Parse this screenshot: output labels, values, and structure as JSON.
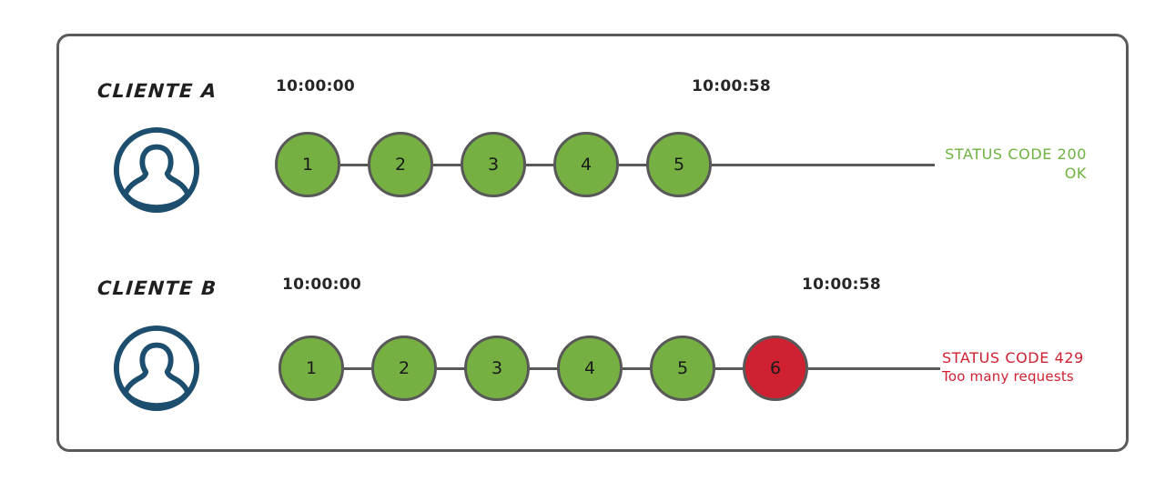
{
  "diagram": {
    "title_hidden": "",
    "theme": {
      "frame_border": "#5a5a5a",
      "node_green": "#76b043",
      "node_red": "#cf2131",
      "node_border": "#585858",
      "avatar_blue": "#1d4e6e",
      "status_ok_color": "#6cb33f",
      "status_error_color": "#cf2131"
    },
    "rows": [
      {
        "id": "client-a",
        "label": "CLIENTE A",
        "avatar_icon": "user-avatar-icon",
        "start_time": "10:00:00",
        "end_time": "10:00:58",
        "nodes": [
          {
            "label": "1",
            "state": "ok"
          },
          {
            "label": "2",
            "state": "ok"
          },
          {
            "label": "3",
            "state": "ok"
          },
          {
            "label": "4",
            "state": "ok"
          },
          {
            "label": "5",
            "state": "ok"
          }
        ],
        "status": {
          "line1": "STATUS CODE 200",
          "line2": "OK",
          "kind": "ok"
        }
      },
      {
        "id": "client-b",
        "label": "CLIENTE B",
        "avatar_icon": "user-avatar-icon",
        "start_time": "10:00:00",
        "end_time": "10:00:58",
        "nodes": [
          {
            "label": "1",
            "state": "ok"
          },
          {
            "label": "2",
            "state": "ok"
          },
          {
            "label": "3",
            "state": "ok"
          },
          {
            "label": "4",
            "state": "ok"
          },
          {
            "label": "5",
            "state": "ok"
          },
          {
            "label": "6",
            "state": "error"
          }
        ],
        "status": {
          "line1": "STATUS CODE 429",
          "line2": "Too many requests",
          "kind": "error"
        }
      }
    ]
  }
}
